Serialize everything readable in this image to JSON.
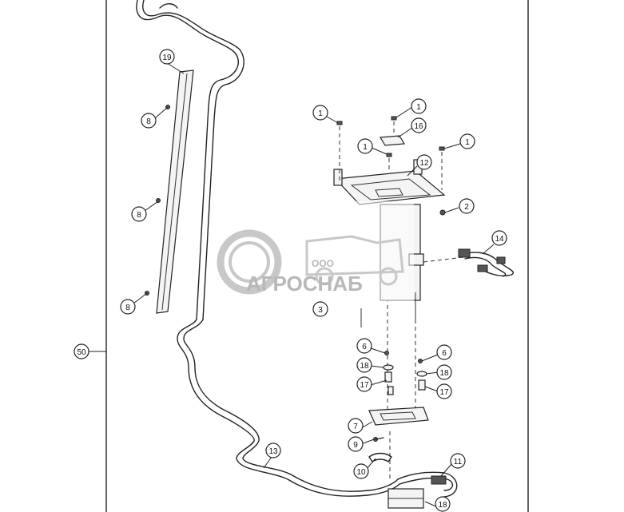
{
  "callouts": {
    "c19": "19",
    "c8a": "8",
    "c8b": "8",
    "c8c": "8",
    "c50": "50",
    "c1a": "1",
    "c1b": "1",
    "c16": "16",
    "c1c": "1",
    "c1d": "1",
    "c12": "12",
    "c2": "2",
    "c14": "14",
    "c3": "3",
    "c6a": "6",
    "c6b": "6",
    "c18a": "18",
    "c18b": "18",
    "c17a": "17",
    "c17b": "17",
    "c7": "7",
    "c9": "9",
    "c10": "10",
    "c13": "13",
    "c11": "11",
    "c18c": "18"
  },
  "watermark": {
    "small": "ООО",
    "main": "АГРОСНАБ"
  }
}
